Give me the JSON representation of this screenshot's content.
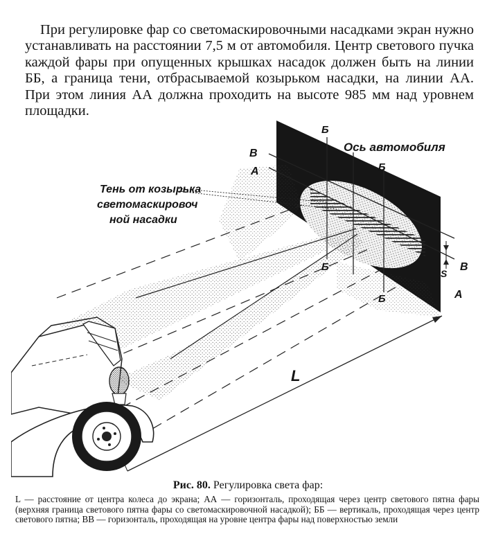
{
  "body_text": "При регулировке фар со светомаскировочными насадками экран нужно устанавливать на расстоянии 7,5 м от автомобиля. Центр светового пучка каждой фары при опущенных крышках насадок должен быть на линии ББ, а граница тени, отбрасываемой козырьком насадки, на линии АА. При этом линия АА должна проходить на высоте 985 мм над уровнем площадки.",
  "figure": {
    "labels": {
      "b_top_left": "Б",
      "b_top_right": "Б",
      "b_bottom_left": "Б",
      "b_bottom_right": "Б",
      "v_left": "В",
      "a_left": "А",
      "v_right": "В",
      "a_right": "А",
      "car_axis": "Ось автомобиля",
      "shadow_line1": "Тень от козырька",
      "shadow_line2": "светомаскировоч",
      "shadow_line3": "ной насадки",
      "gap_mark": "S",
      "distance": "L"
    }
  },
  "caption": {
    "number": "Рис. 80.",
    "title": "Регулировка света фар:",
    "text": "L — расстояние от центра колеса до экрана; АА — горизонталь, проходящая через центр светового пятна фары (верхняя граница светового пятна фары со светомаскировочной насадкой); ББ — вертикаль, проходящая через центр светового пятна; ВВ — горизонталь, проходящая на уровне центра фары над поверхностью земли"
  }
}
